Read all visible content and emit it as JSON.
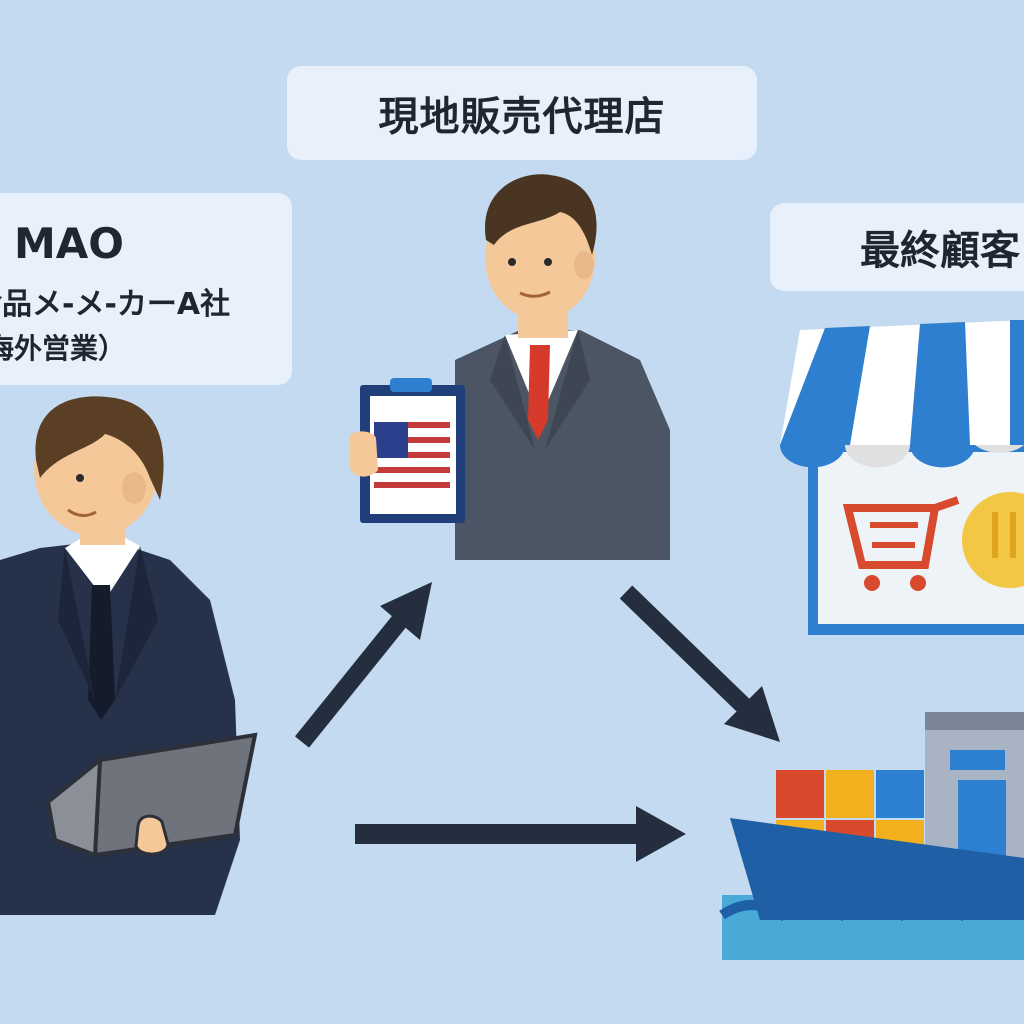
{
  "agent": {
    "label": "現地販売代理店"
  },
  "maker": {
    "name": "MAO",
    "company": "食品メ-メ-カーA社",
    "dept": "海外営業）"
  },
  "customer": {
    "label": "最終顧客"
  },
  "colors": {
    "background": "#c3daf0",
    "card": "#e8f1fb",
    "arrow": "#252e3e",
    "suit_dark": "#26324a",
    "suit_gray": "#4c5563",
    "tie_red": "#d63a2a",
    "awning_blue": "#2f7fd1",
    "ship_blue": "#1f5fa6",
    "water": "#4aa9d6"
  },
  "icons": [
    "laptop-icon",
    "us-flag-icon",
    "shopping-cart-icon",
    "fork-knife-icon",
    "cargo-ship-icon",
    "store-icon"
  ]
}
